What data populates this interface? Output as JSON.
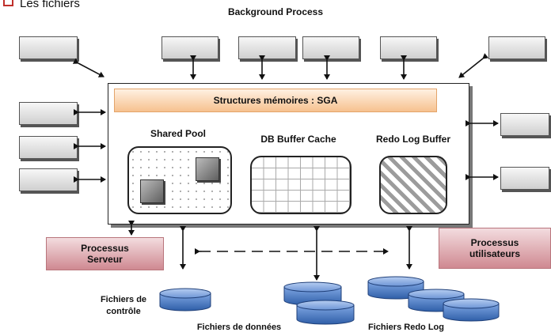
{
  "header": {
    "bullet_text": "Les fichiers",
    "title": "Background Process"
  },
  "sga": {
    "label": "Structures mémoires : SGA"
  },
  "memory_areas": {
    "shared_pool": "Shared Pool",
    "db_buffer_cache": "DB Buffer Cache",
    "redo_log_buffer": "Redo Log Buffer"
  },
  "processes": {
    "server": "Processus\nServeur",
    "user": "Processus\nutilisateurs"
  },
  "files": {
    "control": "Fichiers de\ncontrôle",
    "data": "Fichiers de données",
    "redo": "Fichiers Redo Log"
  },
  "colors": {
    "sga_fill": "#f6c18f",
    "process_fill": "#cf8991",
    "disk_fill": "#4f7fc9",
    "bullet": "#c0302b"
  }
}
